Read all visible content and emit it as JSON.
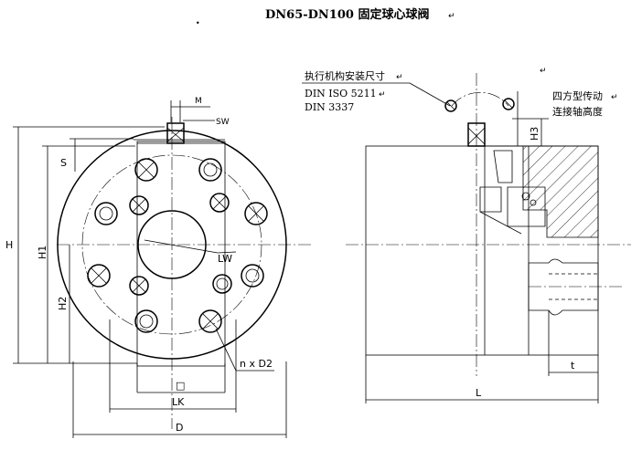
{
  "title": "DN65-DN100    固定球心球阀",
  "title_mark": "↵",
  "notes": {
    "actuator_label": "执行机构安装尺寸",
    "din1": "DIN ISO 5211",
    "din2": "DIN 3337",
    "square_drive_1": "四方型传动",
    "square_drive_2": "连接轴高度",
    "return_mark": "↵"
  },
  "dimensions": {
    "M": "M",
    "SW": "SW",
    "S": "S",
    "H": "H",
    "H1": "H1",
    "H2": "H2",
    "H3": "H3",
    "LW": "LW",
    "nxD2": "n x D2",
    "square": "□",
    "LK": "LK",
    "D": "D",
    "L": "L",
    "t": "t"
  }
}
